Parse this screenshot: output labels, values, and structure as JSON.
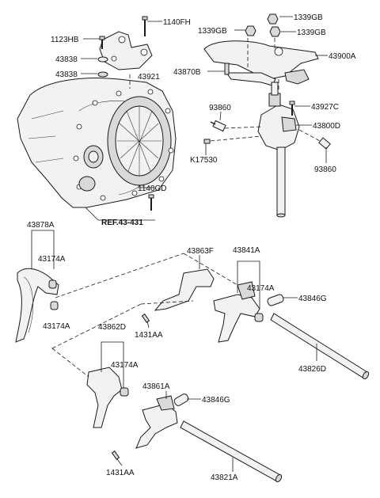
{
  "labels": {
    "p1140FH": "1140FH",
    "p1123HB": "1123HB",
    "p43838a": "43838",
    "p43838b": "43838",
    "p43921": "43921",
    "p1339GB_top": "1339GB",
    "p1339GB_left": "1339GB",
    "p1339GB_right": "1339GB",
    "p43900A": "43900A",
    "p43870B": "43870B",
    "p93860a": "93860",
    "p43927C": "43927C",
    "p43800D": "43800D",
    "pK17530": "K17530",
    "p93860b": "93860",
    "p1140GD": "1140GD",
    "ref": "REF.43-431",
    "p43878A": "43878A",
    "p43174A_1": "43174A",
    "p43174A_2": "43174A",
    "p43863F": "43863F",
    "p43841A": "43841A",
    "p43174A_3": "43174A",
    "p43846G_1": "43846G",
    "p1431AA_1": "1431AA",
    "p43862D": "43862D",
    "p43174A_4": "43174A",
    "p43826D": "43826D",
    "p43861A": "43861A",
    "p43846G_2": "43846G",
    "p1431AA_2": "1431AA",
    "p43821A": "43821A"
  }
}
